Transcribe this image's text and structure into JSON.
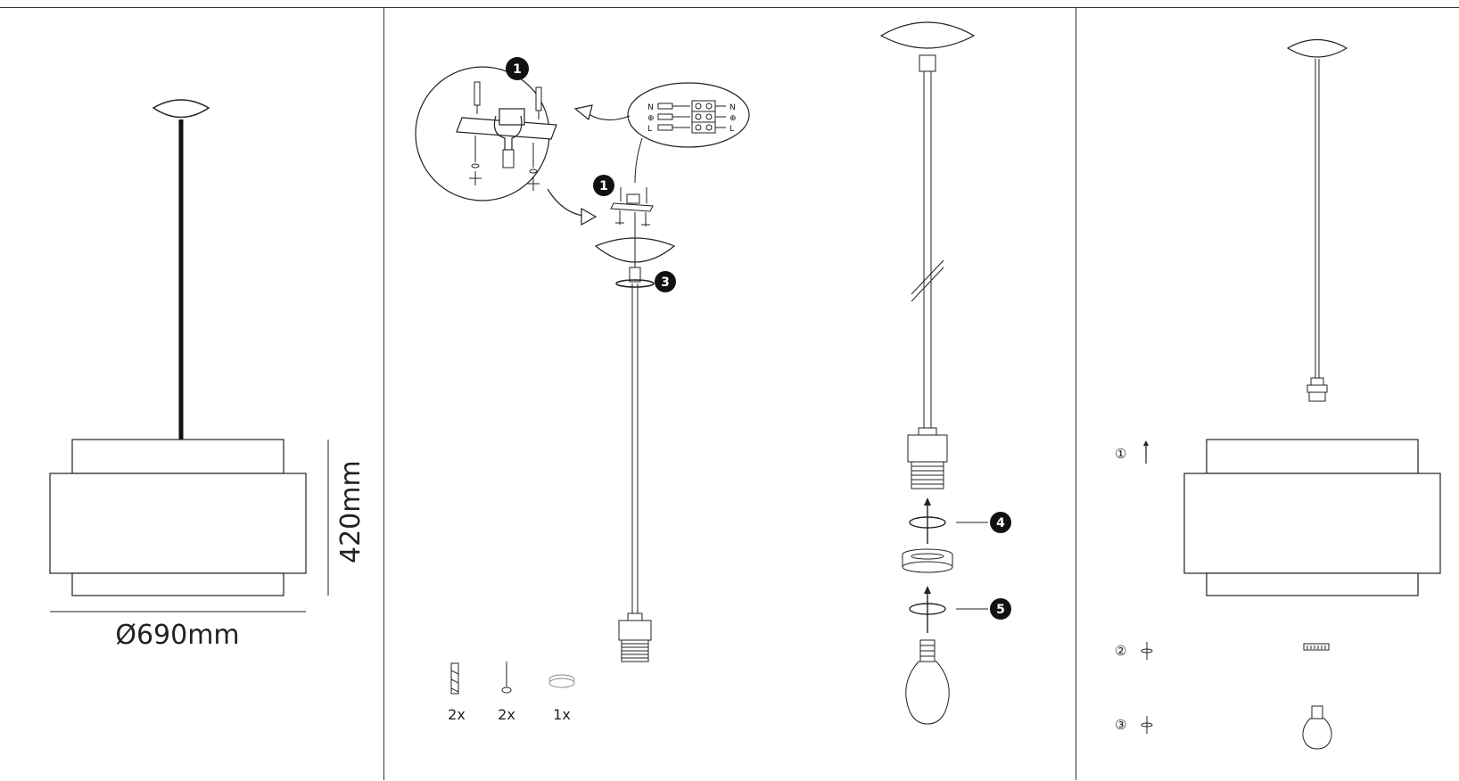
{
  "panel1": {
    "height_label": "420mm",
    "diameter_label": "Ø690mm"
  },
  "panel2": {
    "step_badge_1": "1",
    "step_badge_1b": "1",
    "step_badge_3": "3",
    "wiring": {
      "left_labels": [
        "N",
        "⊕",
        "L"
      ],
      "right_labels": [
        "N",
        "⊕",
        "L"
      ]
    },
    "parts": [
      {
        "name": "wall-plug",
        "qty": "2x"
      },
      {
        "name": "screw",
        "qty": "2x"
      },
      {
        "name": "ring",
        "qty": "1x"
      }
    ]
  },
  "panel3": {
    "step_badge_4": "4",
    "step_badge_5": "5"
  },
  "panel4": {
    "step_1": "①",
    "step_2": "②",
    "step_3": "③"
  }
}
